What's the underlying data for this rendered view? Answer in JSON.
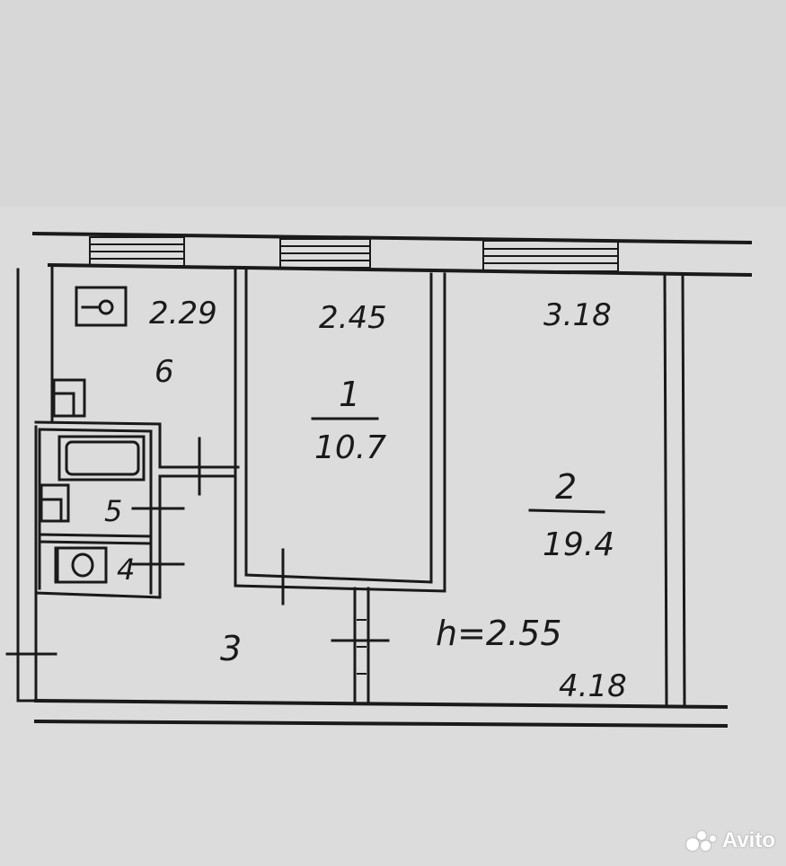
{
  "plan": {
    "dims": {
      "top_left": "2.29",
      "top_mid": "2.45",
      "top_right": "3.18",
      "bottom_right": "4.18"
    },
    "rooms": [
      {
        "number": "1",
        "area": "10.7"
      },
      {
        "number": "2",
        "area": "19.4"
      },
      {
        "number": "3"
      },
      {
        "number": "4"
      },
      {
        "number": "5"
      },
      {
        "number": "6"
      }
    ],
    "height_note": "h=2.55"
  },
  "watermark": {
    "text": "Avito"
  },
  "colors": {
    "paper": "#dcdcdc",
    "ink": "#1a1a1a",
    "watermark": "#ffffff"
  }
}
